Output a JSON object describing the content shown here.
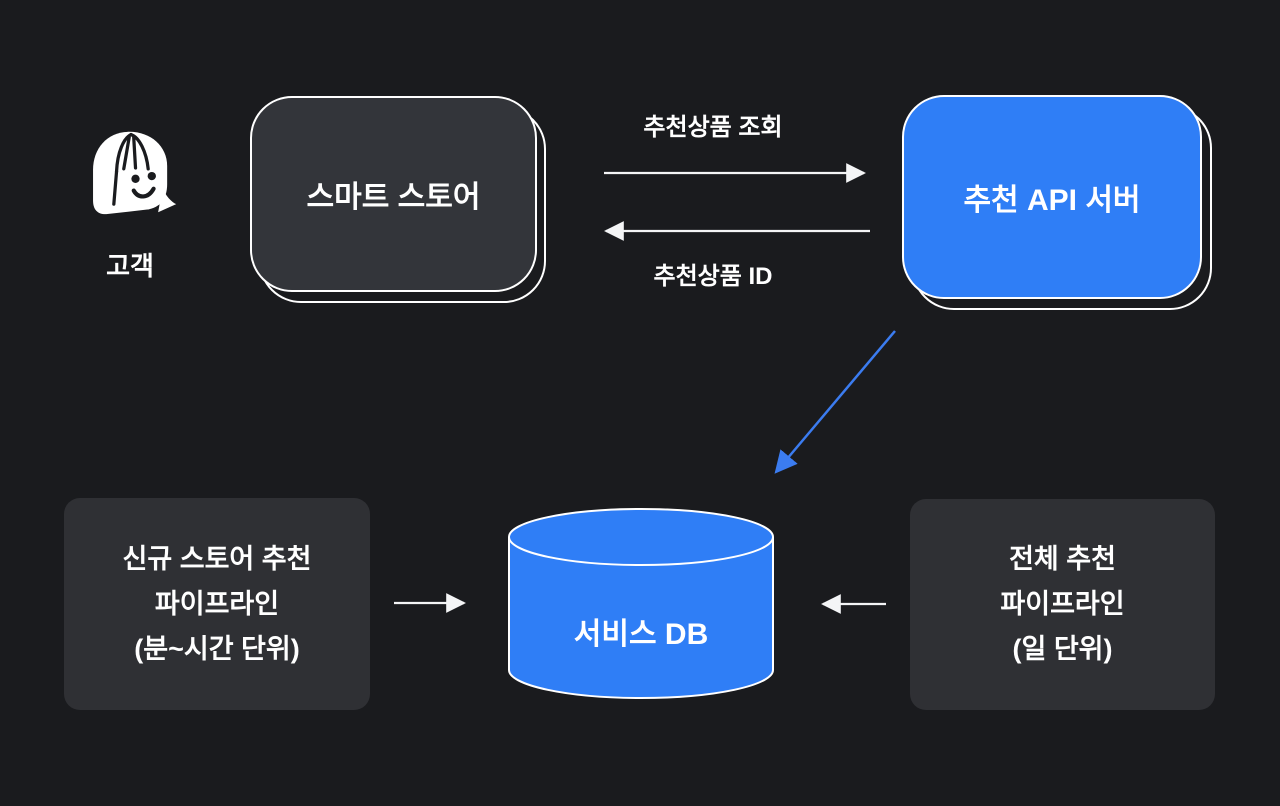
{
  "palette": {
    "background": "#1a1b1e",
    "box_dark": "#33353a",
    "box_dark2": "#2f3034",
    "box_blue": "#2f7ef6",
    "line_white": "#f4f5f6",
    "arrow_blue": "#3b7cf0",
    "text_white": "#ffffff"
  },
  "nodes": {
    "customer": {
      "label": "고객",
      "icon": "customer-face-icon"
    },
    "smart_store": {
      "label": "스마트 스토어"
    },
    "api_server": {
      "label": "추천 API 서버"
    },
    "service_db": {
      "label": "서비스 DB"
    },
    "new_store_pipeline": {
      "lines": [
        "신규 스토어 추천",
        "파이프라인",
        "(분~시간 단위)"
      ]
    },
    "full_pipeline": {
      "lines": [
        "전체 추천",
        "파이프라인",
        "(일 단위)"
      ]
    }
  },
  "edges": {
    "request": {
      "label": "추천상품 조회",
      "from": "smart_store",
      "to": "api_server"
    },
    "response": {
      "label": "추천상품 ID",
      "from": "api_server",
      "to": "smart_store"
    },
    "api_to_db": {
      "label": "",
      "from": "api_server",
      "to": "service_db"
    },
    "new_pipeline_to_db": {
      "label": "",
      "from": "new_store_pipeline",
      "to": "service_db"
    },
    "full_pipeline_to_db": {
      "label": "",
      "from": "full_pipeline",
      "to": "service_db"
    }
  }
}
